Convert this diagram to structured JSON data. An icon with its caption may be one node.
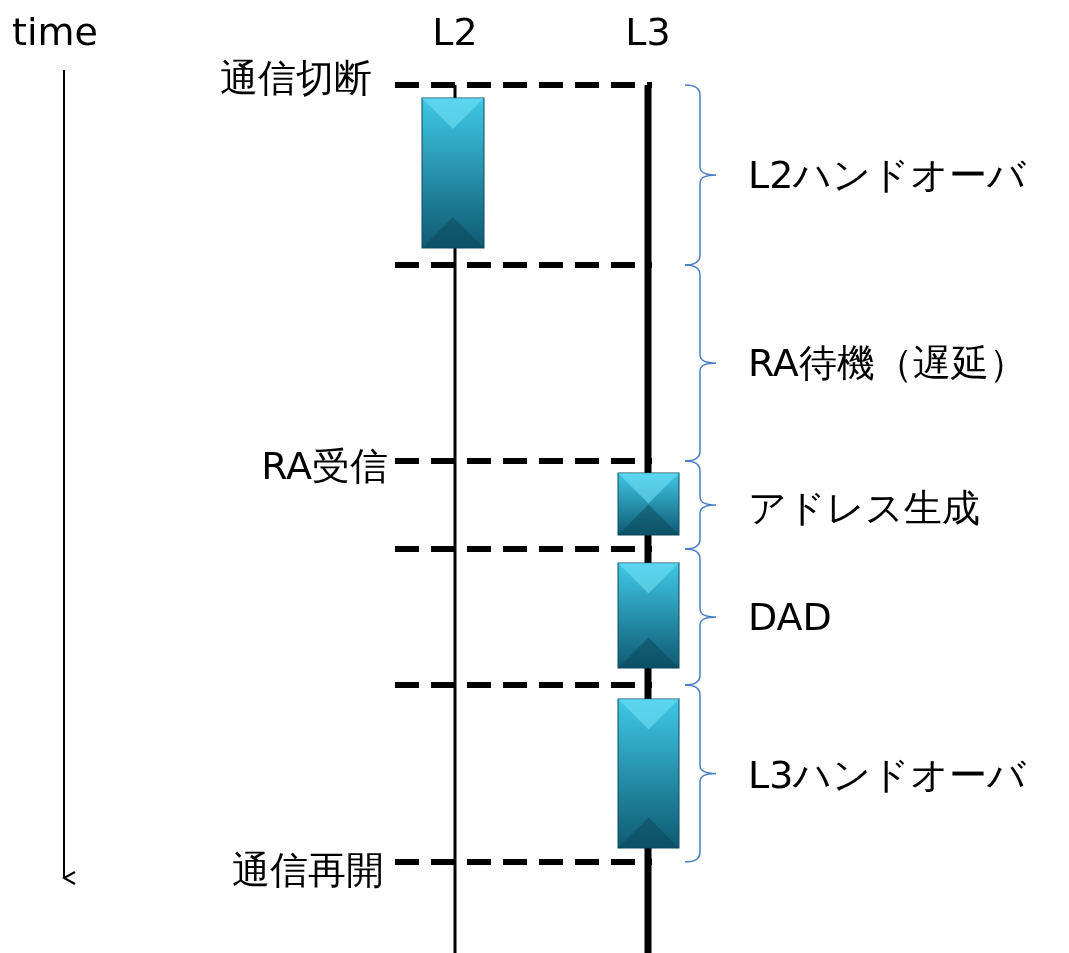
{
  "diagram": {
    "labels": [
      "time",
      "L2",
      "L3",
      "通信切断",
      "L2ハンドオーバ",
      "RA待機（遅延）",
      "RA受信",
      "アドレス生成",
      "DAD",
      "L3ハンドオーバ",
      "通信再開"
    ]
  }
}
